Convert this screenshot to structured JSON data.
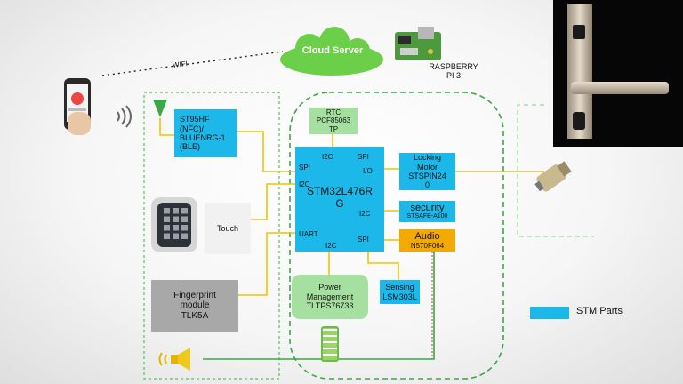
{
  "cloud": {
    "label": "Cloud Server"
  },
  "wifi": {
    "label": "WIFI"
  },
  "raspberry": {
    "line1": "RASPBERRY",
    "line2": "PI 3"
  },
  "mcu": {
    "line1": "STM32L476R",
    "line2": "G"
  },
  "rtc": {
    "line1": "RTC",
    "line2": "PCF85063",
    "line3": "TP"
  },
  "nfc": {
    "line1": "ST95HF",
    "line2": "(NFC)/",
    "line3": "BLUENRG-1",
    "line4": "(BLE)"
  },
  "touch": {
    "label": "Touch"
  },
  "fingerprint": {
    "line1": "Fingerprint",
    "line2": "module",
    "line3": "TLK5A"
  },
  "locking_motor": {
    "line1": "Locking",
    "line2": "Motor",
    "line3": "STSPIN24",
    "line4": "0"
  },
  "security": {
    "line1": "security",
    "line2": "STSAFE-A100"
  },
  "audio": {
    "line1": "Audio",
    "line2": "N570F064"
  },
  "power": {
    "line1": "Power",
    "line2": "Management",
    "line3": "TI TPS76733"
  },
  "sensing": {
    "line1": "Sensing",
    "line2": "LSM303L"
  },
  "pins": {
    "rtc_i2c": "I2C",
    "spi_top": "SPI",
    "spi_left": "SPI",
    "io": "I/O",
    "i2c_left": "I2C",
    "i2c_sec": "I2C",
    "uart": "UART",
    "i2c_bottom": "I2C",
    "spi_audio": "SPI"
  },
  "legend": {
    "label": "STM Parts",
    "color": "#1cb8ea"
  },
  "colors": {
    "stm": "#1cb8ea",
    "audio": "#f4a900",
    "power": "#a6e0a0",
    "wire": "#f2c300",
    "green_wire": "#3aa845",
    "grey_module": "#a8a8a8"
  }
}
